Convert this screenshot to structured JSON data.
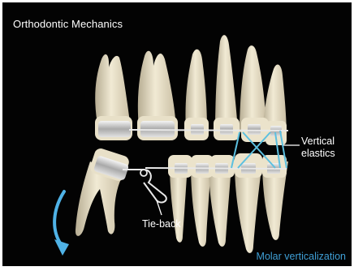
{
  "title": "Orthodontic Mechanics",
  "labels": {
    "vertical_line1": "Vertical",
    "vertical_line2": "elastics",
    "tieback": "Tie-back"
  },
  "caption": "Molar verticalization",
  "colors": {
    "background": "#030303",
    "caption": "#3f9fd6",
    "arrow": "#4fb2e6",
    "elastic": "#5cc0e0",
    "wire": "#e8e8e8",
    "enamel": "#ece4cc"
  },
  "icons": [
    "curved-arrow-icon"
  ]
}
